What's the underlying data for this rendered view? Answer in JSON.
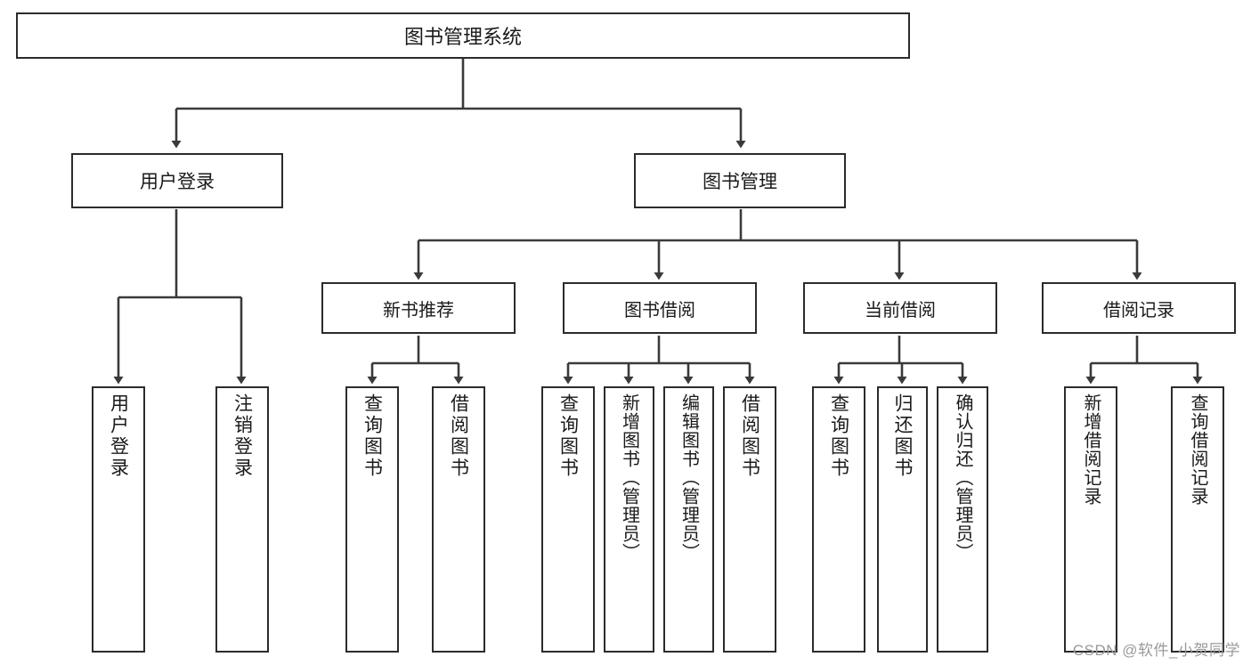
{
  "diagram": {
    "type": "tree-hierarchy-diagram",
    "title": "图书管理系统",
    "style": {
      "box_border_color": "#2b2b2b",
      "box_fill": "#ffffff",
      "line_color": "#3a3a3a",
      "text_color": "#1a1a1a"
    },
    "root": {
      "label": "图书管理系统"
    },
    "level1": [
      {
        "label": "用户登录"
      },
      {
        "label": "图书管理"
      }
    ],
    "level2": [
      {
        "label": "新书推荐"
      },
      {
        "label": "图书借阅"
      },
      {
        "label": "当前借阅"
      },
      {
        "label": "借阅记录"
      }
    ],
    "leaves": [
      {
        "label": "用户登录",
        "parent": "用户登录"
      },
      {
        "label": "注销登录",
        "parent": "用户登录"
      },
      {
        "label": "查询图书",
        "parent": "新书推荐"
      },
      {
        "label": "借阅图书",
        "parent": "新书推荐"
      },
      {
        "label": "查询图书",
        "parent": "图书借阅"
      },
      {
        "label": "新增图书（管理员）",
        "parent": "图书借阅"
      },
      {
        "label": "编辑图书（管理员）",
        "parent": "图书借阅"
      },
      {
        "label": "借阅图书",
        "parent": "图书借阅"
      },
      {
        "label": "查询图书",
        "parent": "当前借阅"
      },
      {
        "label": "归还图书",
        "parent": "当前借阅"
      },
      {
        "label": "确认归还（管理员）",
        "parent": "当前借阅"
      },
      {
        "label": "新增借阅记录",
        "parent": "借阅记录"
      },
      {
        "label": "查询借阅记录",
        "parent": "借阅记录"
      }
    ]
  },
  "watermark": {
    "text": "CSDN @软件_小贺同学"
  }
}
